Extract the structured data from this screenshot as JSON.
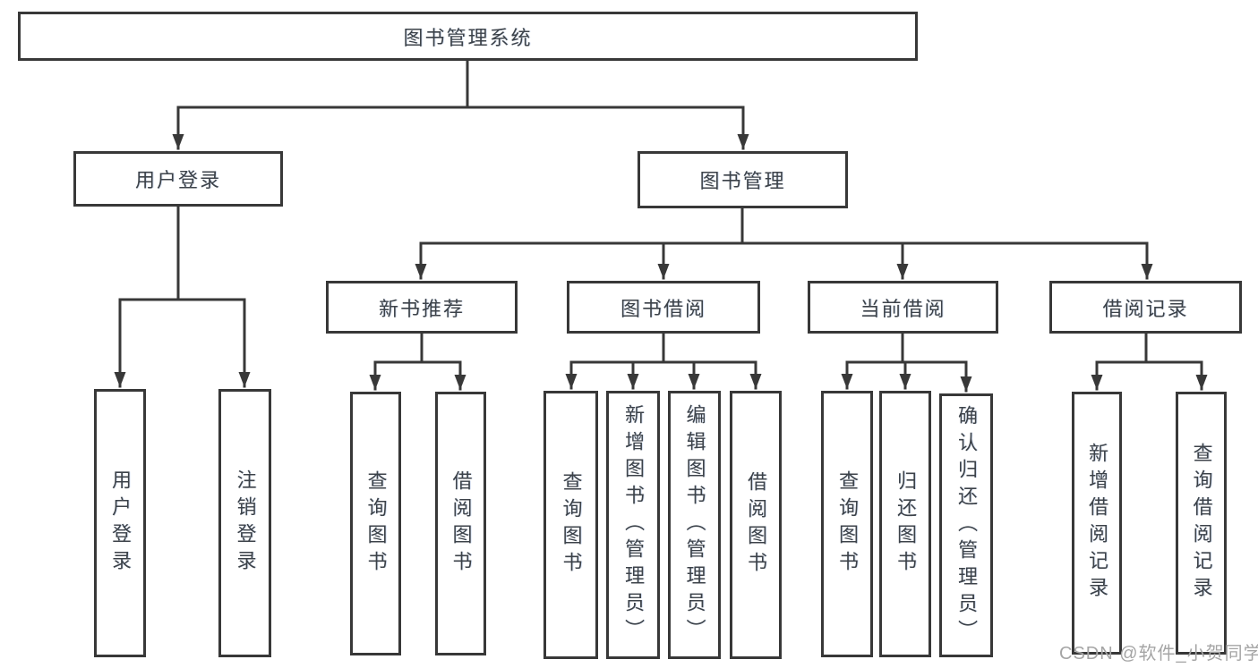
{
  "diagram_title": "图书管理系统",
  "colors": {
    "line": "#383838",
    "box_border": "#383838",
    "text": "#3c4249",
    "watermark": "#a5a5a5",
    "background": "#ffffff"
  },
  "tree": {
    "label": "图书管理系统",
    "children": [
      {
        "label": "用户登录",
        "children": [
          {
            "label": "用户登录"
          },
          {
            "label": "注销登录"
          }
        ]
      },
      {
        "label": "图书管理",
        "children": [
          {
            "label": "新书推荐",
            "children": [
              {
                "label": "查询图书"
              },
              {
                "label": "借阅图书"
              }
            ]
          },
          {
            "label": "图书借阅",
            "children": [
              {
                "label": "查询图书"
              },
              {
                "label": "新增图书（管理员）"
              },
              {
                "label": "编辑图书（管理员）"
              },
              {
                "label": "借阅图书"
              }
            ]
          },
          {
            "label": "当前借阅",
            "children": [
              {
                "label": "查询图书"
              },
              {
                "label": "归还图书"
              },
              {
                "label": "确认归还（管理员）"
              }
            ]
          },
          {
            "label": "借阅记录",
            "children": [
              {
                "label": "新增借阅记录"
              },
              {
                "label": "查询借阅记录"
              }
            ]
          }
        ]
      }
    ]
  },
  "watermark": {
    "text": "CSDN @软件_小贺同学"
  }
}
